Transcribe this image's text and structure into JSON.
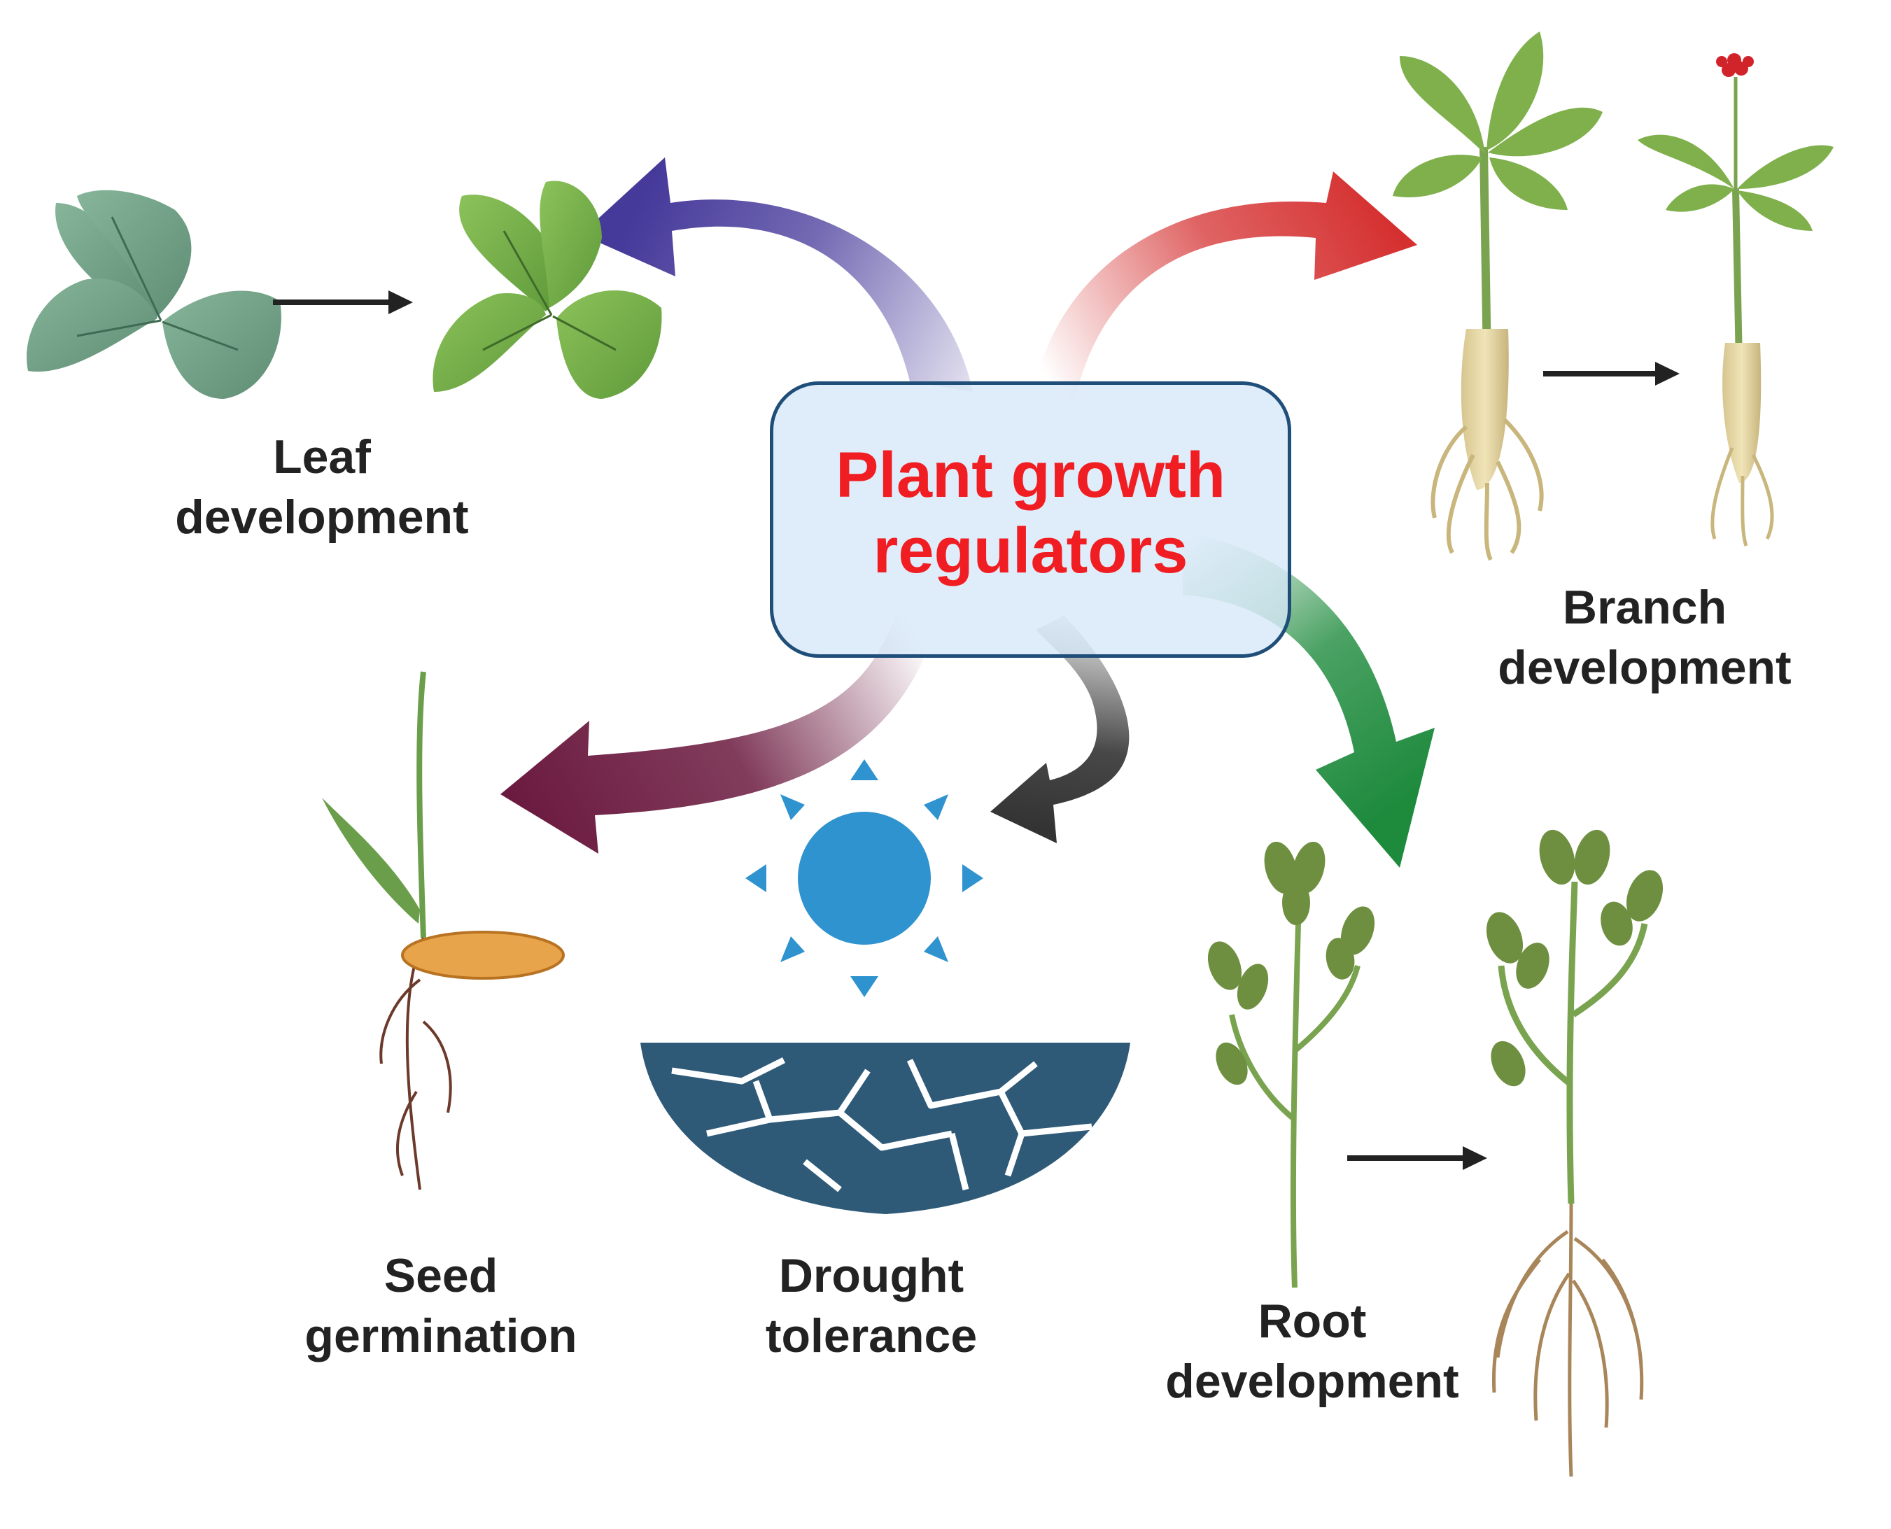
{
  "center": {
    "line1": "Plant growth",
    "line2": "regulators",
    "text_color": "#f01e23",
    "box_fill": "#d6e8f8",
    "box_border": "#1f4e79"
  },
  "labels": {
    "leaf": [
      "Leaf",
      "development"
    ],
    "branch": [
      "Branch",
      "development"
    ],
    "seed": [
      "Seed",
      "germination"
    ],
    "drought": [
      "Drought",
      "tolerance"
    ],
    "root": [
      "Root",
      "development"
    ]
  },
  "colors": {
    "leaf_arrow": "#45399a",
    "branch_arrow": "#d52f2f",
    "root_arrow": "#1d8a3c",
    "drought_arrow": "#333333",
    "seed_arrow": "#6b1a3f",
    "sun": "#2e93cf",
    "soil": "#2e5a78",
    "leaf_dark": "#6e9c7e",
    "leaf_light": "#74ad48"
  }
}
